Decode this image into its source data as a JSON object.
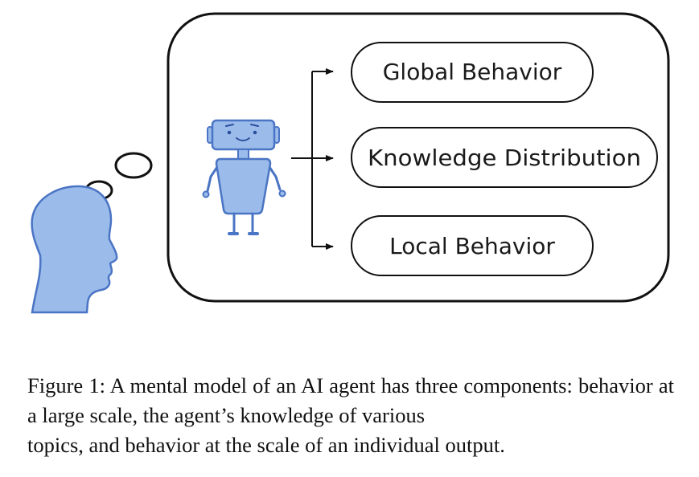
{
  "diagram": {
    "components": [
      {
        "label": "Global Behavior"
      },
      {
        "label": "Knowledge Distribution"
      },
      {
        "label": "Local Behavior"
      }
    ],
    "colors": {
      "figure_fill": "#9bbcea",
      "figure_stroke": "#4a74c4",
      "line": "#111111"
    }
  },
  "caption": {
    "line1": "Figure 1: A mental model of an AI agent has three components:",
    "line2": "behavior at a large scale, the agent’s knowledge of various",
    "line3": "topics, and behavior at the scale of an individual output."
  }
}
